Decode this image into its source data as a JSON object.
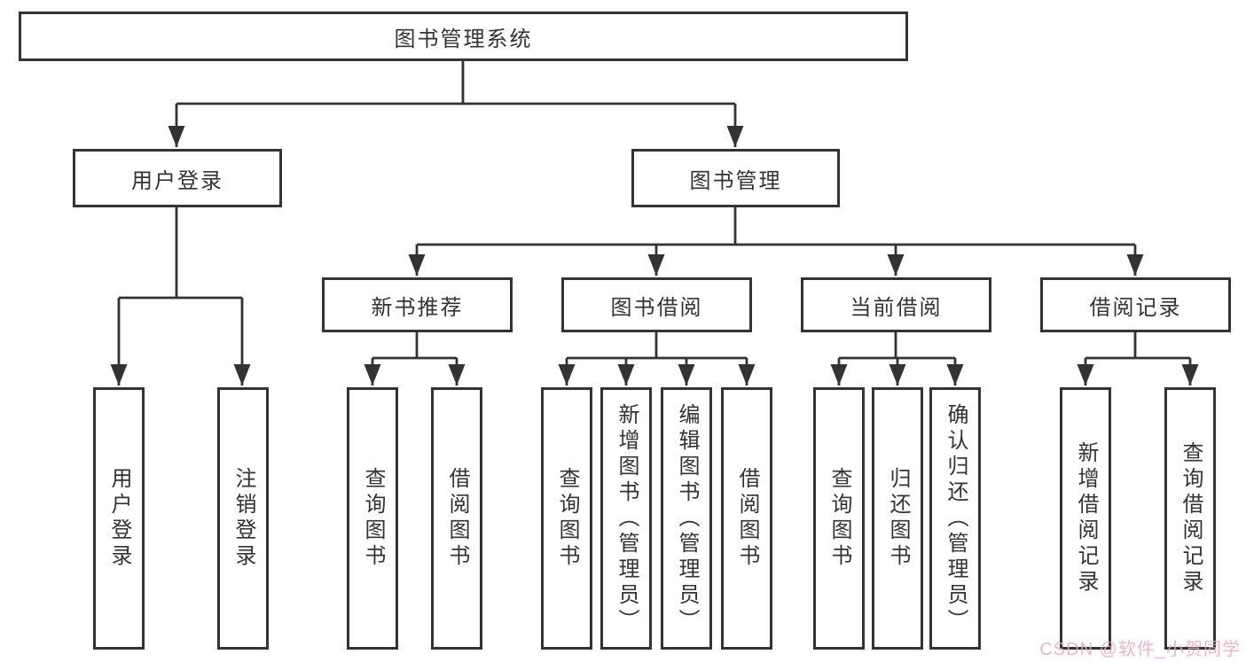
{
  "tree": {
    "root": {
      "label": "图书管理系统"
    },
    "level1": [
      {
        "label": "用户登录",
        "children": [
          {
            "label": "用户登录"
          },
          {
            "label": "注销登录"
          }
        ]
      },
      {
        "label": "图书管理",
        "children": [
          {
            "label": "新书推荐",
            "children": [
              {
                "label": "查询图书"
              },
              {
                "label": "借阅图书"
              }
            ]
          },
          {
            "label": "图书借阅",
            "children": [
              {
                "label": "查询图书"
              },
              {
                "label": "新增图书（管理员）"
              },
              {
                "label": "编辑图书（管理员）"
              },
              {
                "label": "借阅图书"
              }
            ]
          },
          {
            "label": "当前借阅",
            "children": [
              {
                "label": "查询图书"
              },
              {
                "label": "归还图书"
              },
              {
                "label": "确认归还（管理员）"
              }
            ]
          },
          {
            "label": "借阅记录",
            "children": [
              {
                "label": "新增借阅记录"
              },
              {
                "label": "查询借阅记录"
              }
            ]
          }
        ]
      }
    ]
  },
  "watermark": {
    "text": "CSDN @软件_小贺同学",
    "color": "#eda9bd"
  },
  "colors": {
    "line": "#333333",
    "box_border": "#333333",
    "text": "#333333",
    "background": "#ffffff"
  }
}
